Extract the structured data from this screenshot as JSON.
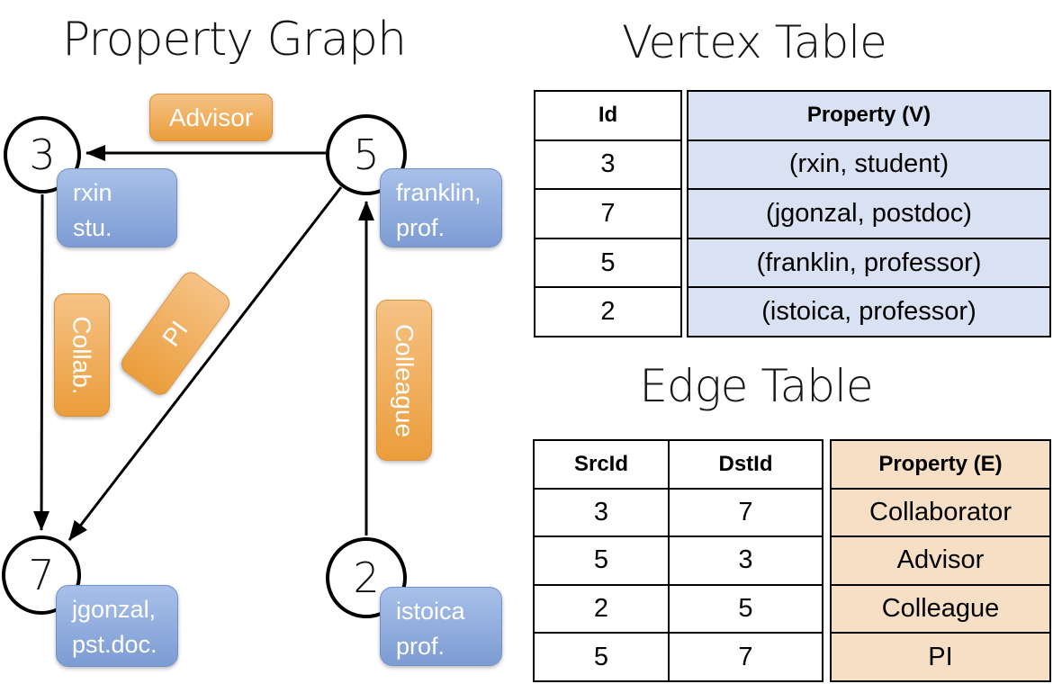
{
  "graph": {
    "title": "Property Graph",
    "nodes": [
      {
        "id": "3",
        "property_lines": [
          "rxin",
          "stu."
        ]
      },
      {
        "id": "5",
        "property_lines": [
          "franklin,",
          "prof."
        ]
      },
      {
        "id": "7",
        "property_lines": [
          "jgonzal,",
          "pst.doc."
        ]
      },
      {
        "id": "2",
        "property_lines": [
          "istoica",
          "prof."
        ]
      }
    ],
    "edges": [
      {
        "src": "5",
        "dst": "3",
        "label": "Advisor"
      },
      {
        "src": "3",
        "dst": "7",
        "label": "Collab."
      },
      {
        "src": "5",
        "dst": "7",
        "label": "PI"
      },
      {
        "src": "2",
        "dst": "5",
        "label": "Colleague"
      }
    ]
  },
  "vertex_table": {
    "title": "Vertex Table",
    "columns": [
      "Id",
      "Property (V)"
    ],
    "rows": [
      [
        "3",
        "(rxin, student)"
      ],
      [
        "7",
        "(jgonzal, postdoc)"
      ],
      [
        "5",
        "(franklin, professor)"
      ],
      [
        "2",
        "(istoica, professor)"
      ]
    ]
  },
  "edge_table": {
    "title": "Edge Table",
    "columns": [
      "SrcId",
      "DstId",
      "Property (E)"
    ],
    "rows": [
      [
        "3",
        "7",
        "Collaborator"
      ],
      [
        "5",
        "3",
        "Advisor"
      ],
      [
        "2",
        "5",
        "Colleague"
      ],
      [
        "5",
        "7",
        "PI"
      ]
    ]
  },
  "colors": {
    "edge_label_orange": "#eb9d3b",
    "node_property_blue": "#7d9cd4",
    "vertex_table_fill": "#d9e2f3",
    "edge_table_fill": "#f6dfc5",
    "line_color": "#000000"
  }
}
